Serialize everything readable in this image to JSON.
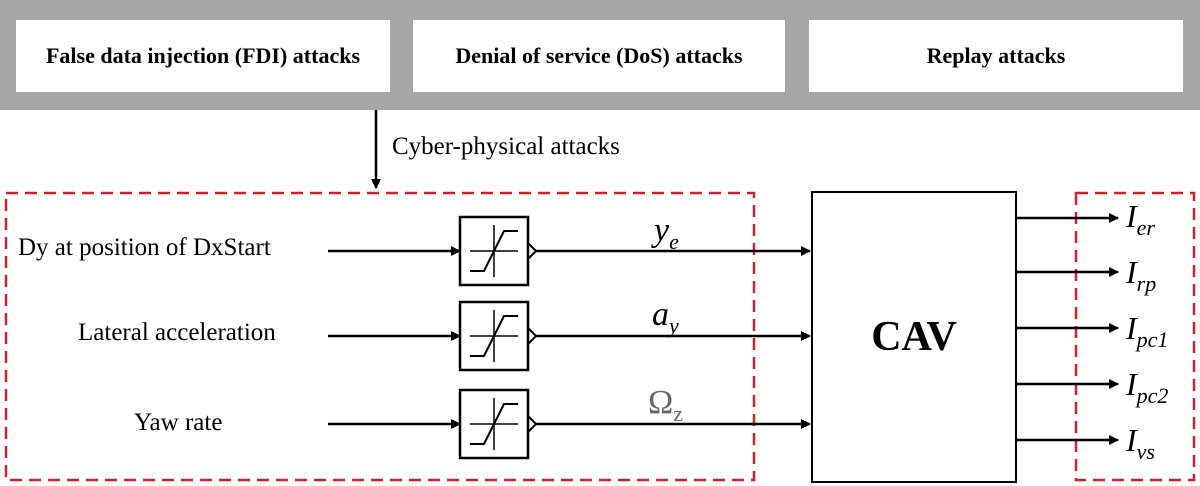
{
  "attack_types": [
    "False data injection (FDI) attacks",
    "Denial of service (DoS) attacks",
    "Replay attacks"
  ],
  "attack_arrow_label": "Cyber-physical attacks",
  "inputs": [
    {
      "label": "Dy at position of DxStart",
      "signal": "y",
      "signal_sub": "e"
    },
    {
      "label": "Lateral acceleration",
      "signal": "a",
      "signal_sub": "y"
    },
    {
      "label": "Yaw rate",
      "signal": "Ω",
      "signal_sub": "z"
    }
  ],
  "block_label": "CAV",
  "outputs": [
    {
      "symbol": "I",
      "sub": "er"
    },
    {
      "symbol": "I",
      "sub": "rp"
    },
    {
      "symbol": "I",
      "sub": "pc1"
    },
    {
      "symbol": "I",
      "sub": "pc2"
    },
    {
      "symbol": "I",
      "sub": "vs"
    }
  ],
  "colors": {
    "banner": "#a6a6a6",
    "dashed_frame": "#c0272d",
    "line": "#000000",
    "omega_signal": "#666666"
  }
}
